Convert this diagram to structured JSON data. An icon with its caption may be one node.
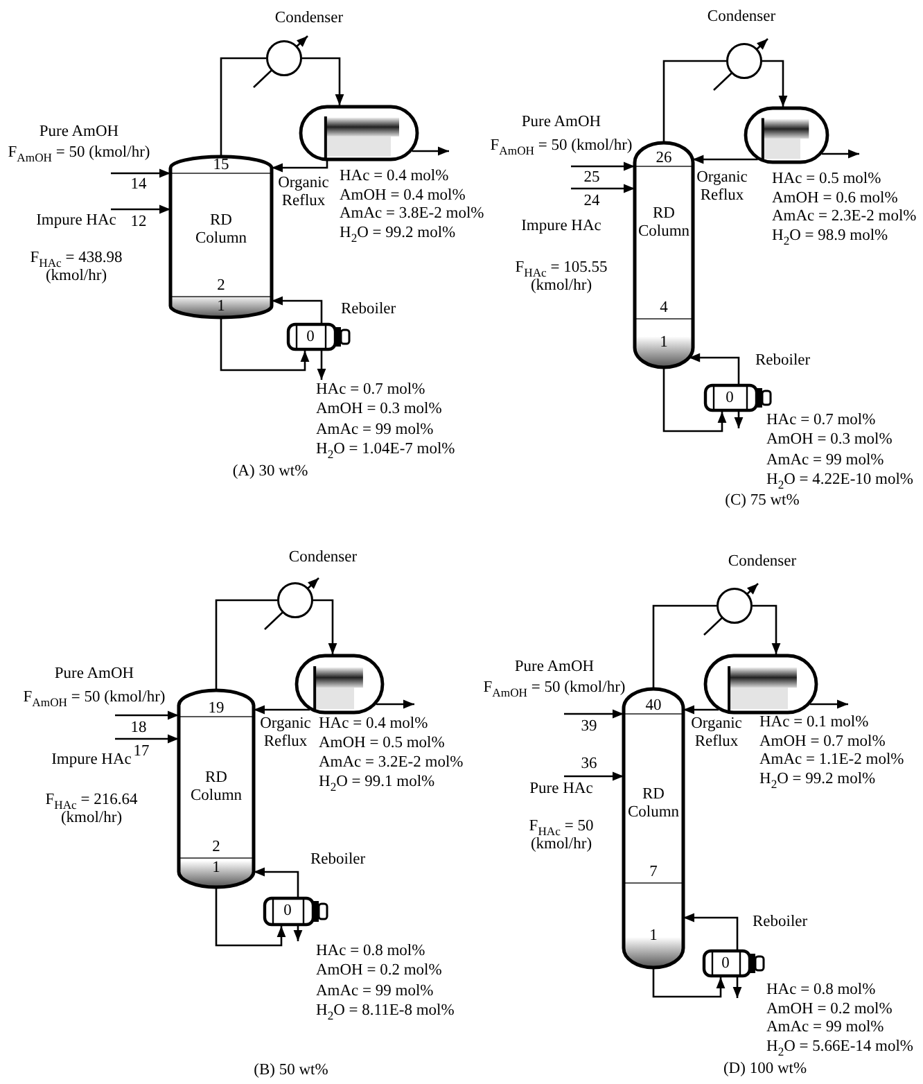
{
  "diagram": {
    "nodes": [
      {
        "text": [
          "15",
          "RD Column",
          "2",
          "1"
        ]
      },
      {
        "text": [],
        "shape": "circle",
        "beside": [
          "Condenser"
        ]
      },
      {
        "text": [],
        "shape": "cylinder"
      },
      {
        "text": [
          "0"
        ],
        "beside": [
          "Reboiler"
        ]
      },
      {
        "text": [
          "Pure AmOH",
          "F$_{AmOH}$ = 50 (kmol/hr)"
        ]
      },
      {
        "text": [
          "Impure HAc",
          "F$_{HAc}$ = 438.98 (kmol/hr)"
        ]
      },
      {
        "text": [
          "HAc = 0.4 mol%",
          "AmOH = 0.4 mol%",
          "AmAc = 3.8E-2 mol%",
          "H$_{2}$O = 99.2 mol%"
        ]
      },
      {
        "text": [
          "HAc = 0.7 mol%",
          "AmOH = 0.3 mol%",
          "AmAc = 99 mol%",
          "H$_{2}$O = 1.04E-7 mol%"
        ]
      },
      {
        "text": [
          "26",
          "RD Column",
          "4",
          "1"
        ]
      },
      {
        "text": [],
        "shape": "circle",
        "beside": [
          "Condenser"
        ]
      },
      {
        "text": [],
        "shape": "cylinder"
      },
      {
        "text": [
          "0"
        ],
        "beside": [
          "Reboiler"
        ]
      },
      {
        "text": [
          "Pure AmOH",
          "F$_{AmOH}$ = 50 (kmol/hr)"
        ]
      },
      {
        "text": [
          "Impure HAc",
          "F$_{HAc}$ = 105.55 (kmol/hr)"
        ]
      },
      {
        "text": [
          "HAc = 0.5 mol%",
          "AmOH = 0.6 mol%",
          "AmAc = 2.3E-2 mol%",
          "H$_{2}$O = 98.9 mol%"
        ]
      },
      {
        "text": [
          "HAc = 0.7 mol%",
          "AmOH = 0.3 mol%",
          "AmAc = 99 mol%",
          "H$_{2}$O = 4.22E-10 mol%"
        ]
      },
      {
        "text": [
          "19",
          "RD Column",
          "2",
          "1"
        ]
      },
      {
        "text": [],
        "shape": "circle",
        "beside": [
          "Condenser"
        ]
      },
      {
        "text": [],
        "shape": "cylinder"
      },
      {
        "text": [
          "0"
        ],
        "beside": [
          "Reboiler"
        ]
      },
      {
        "text": [
          "Pure AmOH",
          "F$_{AmOH}$ = 50 (kmol/hr)"
        ]
      },
      {
        "text": [
          "Impure HAc",
          "F$_{HAc}$ = 216.64 (kmol/hr)"
        ]
      },
      {
        "text": [
          "HAc = 0.4 mol%",
          "AmOH = 0.5 mol%",
          "AmAc = 3.2E-2 mol%",
          "H$_{2}$O = 99.1 mol%"
        ]
      },
      {
        "text": [
          "HAc = 0.8 mol%",
          "AmOH = 0.2 mol%",
          "AmAc = 99 mol%",
          "H$_{2}$O = 8.11E-8 mol%"
        ]
      },
      {
        "text": [
          "40",
          "RD Column",
          "7",
          "1"
        ]
      },
      {
        "text": [],
        "shape": "circle",
        "beside": [
          "Condenser"
        ]
      },
      {
        "text": [],
        "shape": "cylinder"
      },
      {
        "text": [
          "0"
        ],
        "beside": [
          "Reboiler"
        ]
      },
      {
        "text": [
          "Pure AmOH",
          "F$_{AmOH}$ = 50 (kmol/hr)"
        ]
      },
      {
        "text": [
          "Pure HAc",
          "F$_{HAc}$ = 50 (kmol/hr)"
        ]
      },
      {
        "text": [
          "HAc = 0.1 mol%",
          "AmOH = 0.7 mol%",
          "AmAc = 1.1E-2 mol%",
          "H$_{2}$O = 99.2 mol%"
        ]
      },
      {
        "text": [
          "HAc = 0.8 mol%",
          "AmOH = 0.2 mol%",
          "AmAc = 99 mol%",
          "H$_{2}$O = 5.66E-14 mol%"
        ]
      }
    ],
    "edges": [
      {
        "from": 4,
        "to": 0,
        "arrow": "to"
      },
      {
        "from": 5,
        "to": 0,
        "arrow": "to"
      },
      {
        "from": 0,
        "to": 1,
        "arrow": "none"
      },
      {
        "from": 1,
        "to": 2,
        "arrow": "to"
      },
      {
        "from": 2,
        "to": 0,
        "arrow": "to",
        "label": "Organic Reflux"
      },
      {
        "from": 2,
        "to": 6,
        "arrow": "to"
      },
      {
        "from": 0,
        "to": 3,
        "arrow": "to"
      },
      {
        "from": 3,
        "to": 0,
        "arrow": "to"
      },
      {
        "from": 3,
        "to": 7,
        "arrow": "to"
      },
      {
        "from": 12,
        "to": 8,
        "arrow": "to"
      },
      {
        "from": 13,
        "to": 8,
        "arrow": "to"
      },
      {
        "from": 8,
        "to": 9,
        "arrow": "none"
      },
      {
        "from": 9,
        "to": 10,
        "arrow": "to"
      },
      {
        "from": 10,
        "to": 8,
        "arrow": "to",
        "label": "Organic Reflux"
      },
      {
        "from": 10,
        "to": 14,
        "arrow": "to"
      },
      {
        "from": 8,
        "to": 11,
        "arrow": "to"
      },
      {
        "from": 11,
        "to": 8,
        "arrow": "to"
      },
      {
        "from": 11,
        "to": 15,
        "arrow": "to"
      },
      {
        "from": 20,
        "to": 16,
        "arrow": "to"
      },
      {
        "from": 21,
        "to": 16,
        "arrow": "to"
      },
      {
        "from": 16,
        "to": 17,
        "arrow": "none"
      },
      {
        "from": 17,
        "to": 18,
        "arrow": "to"
      },
      {
        "from": 18,
        "to": 16,
        "arrow": "to",
        "label": "Organic Reflux"
      },
      {
        "from": 18,
        "to": 22,
        "arrow": "to"
      },
      {
        "from": 16,
        "to": 19,
        "arrow": "to"
      },
      {
        "from": 19,
        "to": 16,
        "arrow": "to"
      },
      {
        "from": 19,
        "to": 23,
        "arrow": "to"
      },
      {
        "from": 28,
        "to": 24,
        "arrow": "to"
      },
      {
        "from": 29,
        "to": 24,
        "arrow": "to"
      },
      {
        "from": 24,
        "to": 25,
        "arrow": "none"
      },
      {
        "from": 25,
        "to": 26,
        "arrow": "to"
      },
      {
        "from": 26,
        "to": 24,
        "arrow": "to",
        "label": "Organic Reflux"
      },
      {
        "from": 26,
        "to": 30,
        "arrow": "to"
      },
      {
        "from": 24,
        "to": 27,
        "arrow": "to"
      },
      {
        "from": 27,
        "to": 24,
        "arrow": "to"
      },
      {
        "from": 27,
        "to": 31,
        "arrow": "to"
      }
    ],
    "labels": [
      "14",
      "12",
      "(A) 30 wt%",
      "25",
      "24",
      "(C) 75 wt%",
      "18",
      "17",
      "(B) 50 wt%",
      "39",
      "36",
      "(D) 100 wt%"
    ]
  }
}
